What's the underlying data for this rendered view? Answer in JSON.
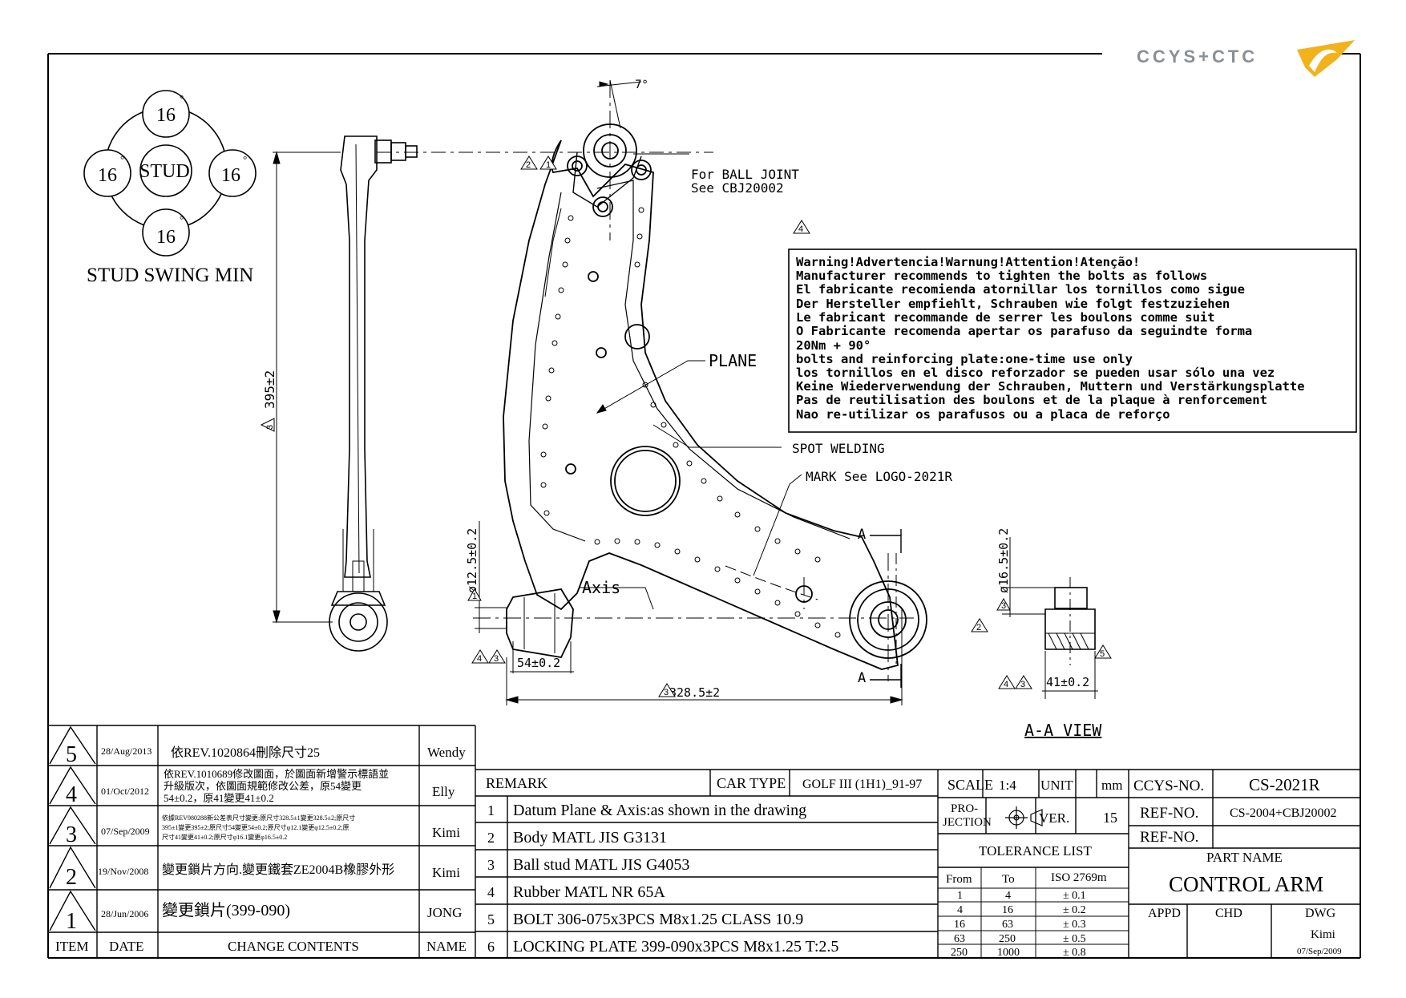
{
  "logo": {
    "text": "CCYS+CTC"
  },
  "stud_swing": {
    "angles": [
      "16",
      "16",
      "16",
      "16"
    ],
    "degree_mark": "°",
    "center": "STUD",
    "caption": "STUD SWING MIN"
  },
  "annotations": {
    "angle": "7°",
    "ball_joint_line1": "For BALL JOINT",
    "ball_joint_line2": "See CBJ20002",
    "plane": "PLANE",
    "spot_welding": "SPOT WELDING",
    "mark_logo": "MARK See LOGO-2021R",
    "axis": "Axis",
    "section_a": "A",
    "view_title": "A-A VIEW"
  },
  "dimensions": {
    "length": "395±2",
    "bush_dia": "ø12.5±0.2",
    "bush_width": "54±0.2",
    "span": "328.5±2",
    "aa_dia": "ø16.5±0.2",
    "aa_width": "41±0.2"
  },
  "markers": {
    "m1": "1",
    "m2": "2",
    "m3": "3",
    "m4": "4",
    "m5": "5"
  },
  "warning": {
    "lines": [
      "Warning!Advertencia!Warnung!Attention!Atenção!",
      "Manufacturer recommends to tighten the bolts as follows",
      "El fabricante recomienda atornillar los tornillos como sigue",
      "Der Hersteller empfiehlt, Schrauben wie folgt festzuziehen",
      "Le fabricant recommande de serrer les boulons comme suit",
      "O Fabricante recomenda apertar os parafuso da seguindte forma",
      "20Nm + 90°",
      "bolts and reinforcing plate:one-time use only",
      "los tornillos en el disco reforzador se pueden usar sólo una vez",
      "Keine Wiederverwendung der Schrauben, Muttern und Verstärkungsplatte",
      "Pas de reutilisation des boulons et de la plaque à renforcement",
      "Nao re-utilizar os parafusos ou a placa de reforço"
    ]
  },
  "revisions": {
    "headers": {
      "item": "ITEM",
      "date": "DATE",
      "contents": "CHANGE CONTENTS",
      "name": "NAME"
    },
    "rows": [
      {
        "item": "5",
        "date": "28/Aug/2013",
        "lines": [
          "依REV.1020864刪除尺寸25"
        ],
        "name": "Wendy"
      },
      {
        "item": "4",
        "date": "01/Oct/2012",
        "lines": [
          "依REV.1010689修改圖面，於圖面新增警示標語並",
          "升級版次，依圖面規範修改公差，原54變更",
          "54±0.2，原41變更41±0.2"
        ],
        "name": "Elly"
      },
      {
        "item": "3",
        "date": "07/Sep/2009",
        "lines": [
          "依據REV980288新公差表尺寸變更:原尺寸328.5±1變更328.5±2;原尺寸",
          "395±1變更395±2;原尺寸54變更54±0.2;原尺寸φ12.1變更φ12.5±0.2;原",
          "尺寸41變更41±0.2;原尺寸φ16.1變更φ16.5±0.2"
        ],
        "name": "Kimi"
      },
      {
        "item": "2",
        "date": "19/Nov/2008",
        "lines": [
          "變更鎖片方向.變更鐵套ZE2004B橡膠外形"
        ],
        "name": "Kimi"
      },
      {
        "item": "1",
        "date": "28/Jun/2006",
        "lines": [
          "變更鎖片(399-090)"
        ],
        "name": "JONG"
      }
    ]
  },
  "remarks": {
    "header": "REMARK",
    "car_type_label": "CAR TYPE",
    "car_type": "GOLF III (1H1)_91-97",
    "items": [
      {
        "no": "1",
        "text": "Datum Plane & Axis:as shown in the drawing"
      },
      {
        "no": "2",
        "text": "Body MATL JIS G3131"
      },
      {
        "no": "3",
        "text": "Ball stud MATL JIS G4053"
      },
      {
        "no": "4",
        "text": "Rubber MATL NR 65A"
      },
      {
        "no": "5",
        "text": "BOLT 306-075x3PCS M8x1.25 CLASS 10.9"
      },
      {
        "no": "6",
        "text": "LOCKING PLATE 399-090x3PCS M8x1.25 T:2.5"
      }
    ]
  },
  "title_block": {
    "scale_label": "SCALE",
    "scale": "1:4",
    "unit_label": "UNIT",
    "unit": "mm",
    "projection_label_1": "PRO-",
    "projection_label_2": "JECTION",
    "ver_label": "VER.",
    "ver": "15",
    "tolerance_title": "TOLERANCE LIST",
    "tol_headers": [
      "From",
      "To",
      "ISO 2769m"
    ],
    "tolerances": [
      [
        "1",
        "4",
        "± 0.1"
      ],
      [
        "4",
        "16",
        "± 0.2"
      ],
      [
        "16",
        "63",
        "± 0.3"
      ],
      [
        "63",
        "250",
        "± 0.5"
      ],
      [
        "250",
        "1000",
        "± 0.8"
      ]
    ],
    "ccys_label": "CCYS-NO.",
    "ccys_no": "CS-2021R",
    "ref_label": "REF-NO.",
    "ref_no": "CS-2004+CBJ20002",
    "ref_label2": "REF-NO.",
    "ref_no2": "",
    "part_name_label": "PART NAME",
    "part_name": "CONTROL ARM",
    "appd": "APPD",
    "chd": "CHD",
    "dwg": "DWG",
    "dwg_name": "Kimi",
    "dwg_date": "07/Sep/2009"
  },
  "colors": {
    "logo_gray": "#8a8f94",
    "logo_yellow": "#f2b21b",
    "line": "#000000"
  }
}
